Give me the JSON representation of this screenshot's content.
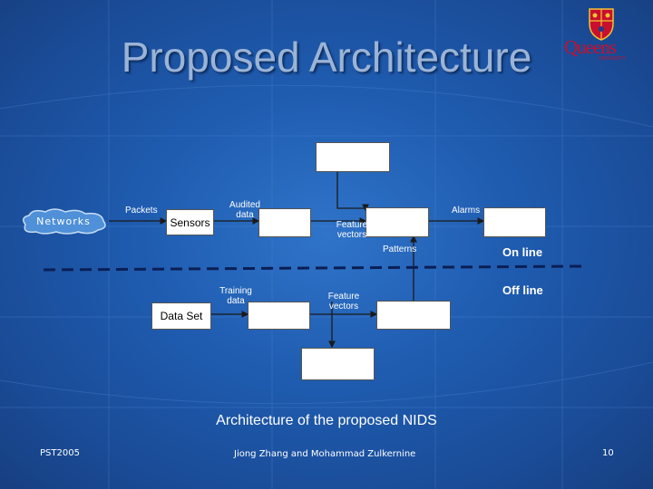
{
  "slide": {
    "title": "Proposed Architecture",
    "caption": "Architecture of the proposed NIDS",
    "footer": {
      "left": "PST2005",
      "center": "Jiong Zhang and Mohammad Zulkernine",
      "right": "10"
    }
  },
  "logo": {
    "text": "Queens",
    "subtext": "UNIVERSITY",
    "color": "#c8102e"
  },
  "diagram": {
    "nodes": {
      "networks": "Networks",
      "sensors": "Sensors",
      "data_set": "Data Set"
    },
    "edge_labels": {
      "packets": "Packets",
      "audited_data": "Audited data",
      "alarms": "Alarms",
      "feature_vectors_online": "Feature vectors",
      "patterns": "Patterns",
      "training_data": "Training data",
      "feature_vectors_offline": "Feature vectors"
    },
    "zones": {
      "online": "On line",
      "offline": "Off line"
    },
    "colors": {
      "background": "#1f5cb0",
      "box_fill": "#ffffff",
      "wire": "#1a1a1a",
      "divider": "#0b1f55"
    }
  }
}
